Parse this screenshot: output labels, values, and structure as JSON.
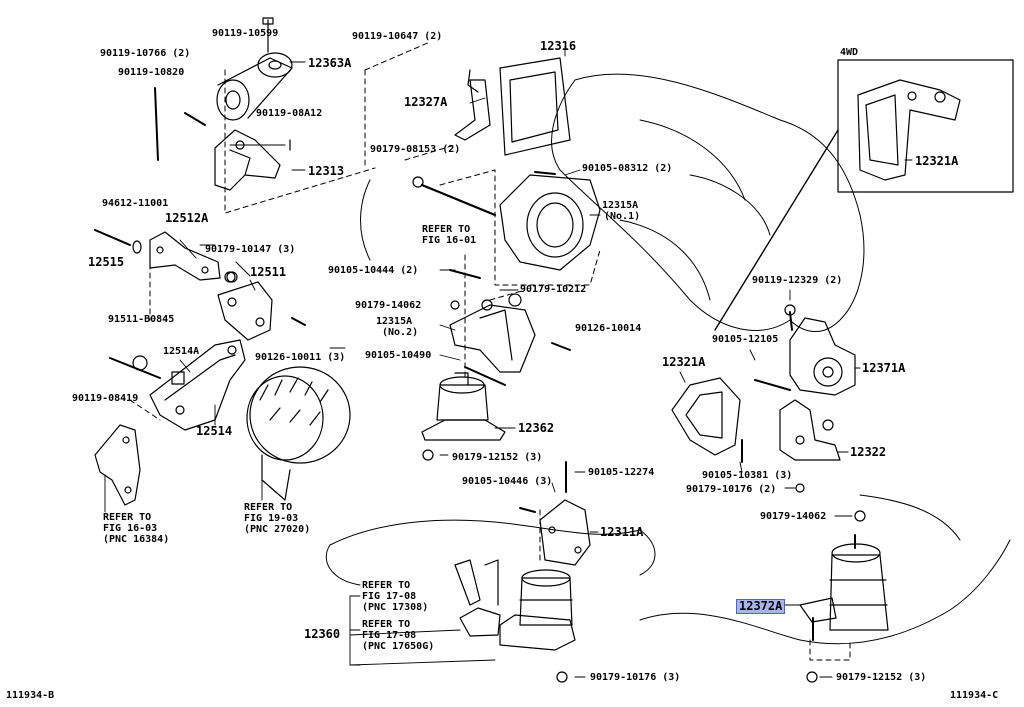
{
  "labels": {
    "p_90119_10599": "90119-10599",
    "p_90119_10766": "90119-10766 (2)",
    "p_12363A": "12363A",
    "p_90119_10820": "90119-10820",
    "p_90119_08A12": "90119-08A12",
    "p_12313": "12313",
    "p_94612_11001": "94612-11001",
    "p_12512A": "12512A",
    "p_90179_10147": "90179-10147 (3)",
    "p_12515": "12515",
    "p_12511": "12511",
    "p_91511_B0845": "91511-B0845",
    "p_12514A": "12514A",
    "p_90119_08419": "90119-08419",
    "p_12514": "12514",
    "p_90126_10011": "90126-10011 (3)",
    "p_90119_10647": "90119-10647 (2)",
    "p_12316": "12316",
    "p_12327A": "12327A",
    "p_90179_08153": "90179-08153 (2)",
    "p_90105_08312": "90105-08312 (2)",
    "p_12315A_1": "12315A",
    "p_12315A_1b": "(No.1)",
    "p_90105_10444": "90105-10444 (2)",
    "p_90179_10212": "90179-10212",
    "p_90179_14062a": "90179-14062",
    "p_12315A_2": "12315A",
    "p_12315A_2b": "(No.2)",
    "p_90126_10014": "90126-10014",
    "p_90105_10490": "90105-10490",
    "p_12362": "12362",
    "p_90179_12152a": "90179-12152 (3)",
    "p_90105_12274": "90105-12274",
    "p_90105_10446": "90105-10446 (3)",
    "p_12311A": "12311A",
    "p_12360": "12360",
    "p_90179_10176a": "90179-10176 (3)",
    "p_4WD": "4WD",
    "p_12321A_box": "12321A",
    "p_90119_12329": "90119-12329 (2)",
    "p_90105_12105": "90105-12105",
    "p_12321A": "12321A",
    "p_12371A": "12371A",
    "p_12322": "12322",
    "p_90105_10381": "90105-10381 (3)",
    "p_90179_10176b": "90179-10176 (2)",
    "p_90179_14062b": "90179-14062",
    "p_12372A": "12372A",
    "p_90179_12152b": "90179-12152 (3)",
    "code_left": "111934-B",
    "code_right": "111934-C"
  },
  "refs": {
    "fig16_01": "REFER TO\nFIG 16-01",
    "fig16_03": "REFER TO\nFIG 16-03\n(PNC 16384)",
    "fig19_03": "REFER TO\nFIG 19-03\n(PNC 27020)",
    "fig17_08a": "REFER TO\nFIG 17-08\n(PNC 17308)",
    "fig17_08b": "REFER TO\nFIG 17-08\n(PNC 17650G)"
  },
  "highlight_part": "12372A",
  "colors": {
    "ink": "#000000",
    "highlight": "#a9b4ee"
  }
}
